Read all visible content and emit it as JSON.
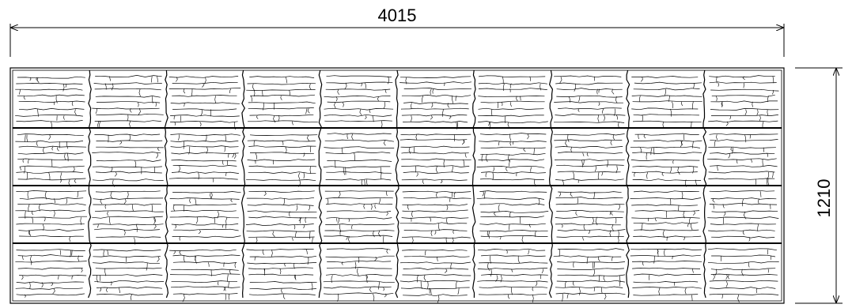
{
  "drawing": {
    "width_label": "4015",
    "height_label": "1210",
    "line_color": "#000000",
    "background_color": "#ffffff",
    "pattern": "stone-cladding-panel",
    "panel_columns": 10,
    "panel_rows": 4
  }
}
